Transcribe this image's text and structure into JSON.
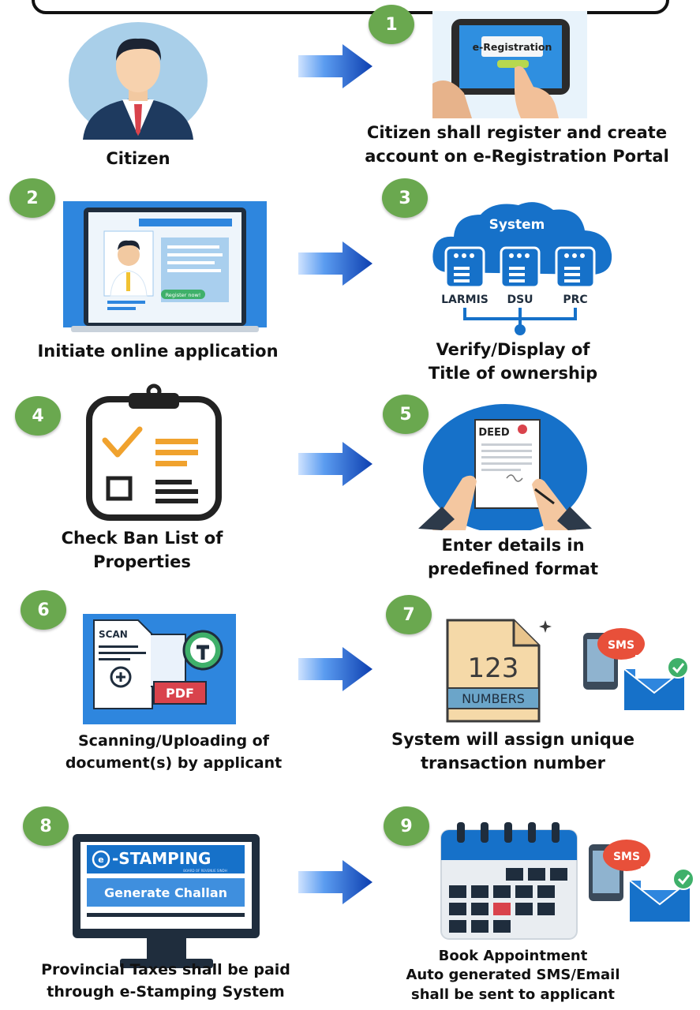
{
  "steps": {
    "s0": {
      "lines": [
        "Citizen"
      ]
    },
    "s1": {
      "badge": "1",
      "lines": [
        "Citizen shall register and create",
        "account on e-Registration Portal"
      ],
      "screen_text": "e-Registration"
    },
    "s2": {
      "badge": "2",
      "lines": [
        "Initiate online application"
      ],
      "button_text": "Register now!"
    },
    "s3": {
      "badge": "3",
      "lines": [
        "Verify/Display of",
        "Title of ownership"
      ],
      "cloud_text": "System",
      "servers": [
        "LARMIS",
        "DSU",
        "PRC"
      ]
    },
    "s4": {
      "badge": "4",
      "lines": [
        "Check Ban List of",
        "Properties"
      ]
    },
    "s5": {
      "badge": "5",
      "lines": [
        "Enter details in",
        "predefined format"
      ],
      "doc_text": "DEED"
    },
    "s6": {
      "badge": "6",
      "lines": [
        "Scanning/Uploading of",
        "document(s) by applicant"
      ],
      "scan_text": "SCAN",
      "pdf_text": "PDF"
    },
    "s7": {
      "badge": "7",
      "lines": [
        "System will assign unique",
        "transaction number"
      ],
      "digits": "123",
      "numbers_text": "NUMBERS",
      "sms_text": "SMS"
    },
    "s8": {
      "badge": "8",
      "lines": [
        "Provincial Taxes shall be paid",
        "through e-Stamping System"
      ],
      "brand": "-STAMPING",
      "brand_sub": "BOARD OF REVENUE SINDH",
      "button": "Generate Challan"
    },
    "s9": {
      "badge": "9",
      "lines": [
        "Book Appointment",
        "Auto generated SMS/Email",
        "shall be sent to applicant"
      ],
      "sms_text": "SMS"
    }
  },
  "colors": {
    "badge": "#6aa84f",
    "arrow": "#1f5fd1",
    "accent_blue": "#1a66c9",
    "orange": "#f0a22e"
  }
}
